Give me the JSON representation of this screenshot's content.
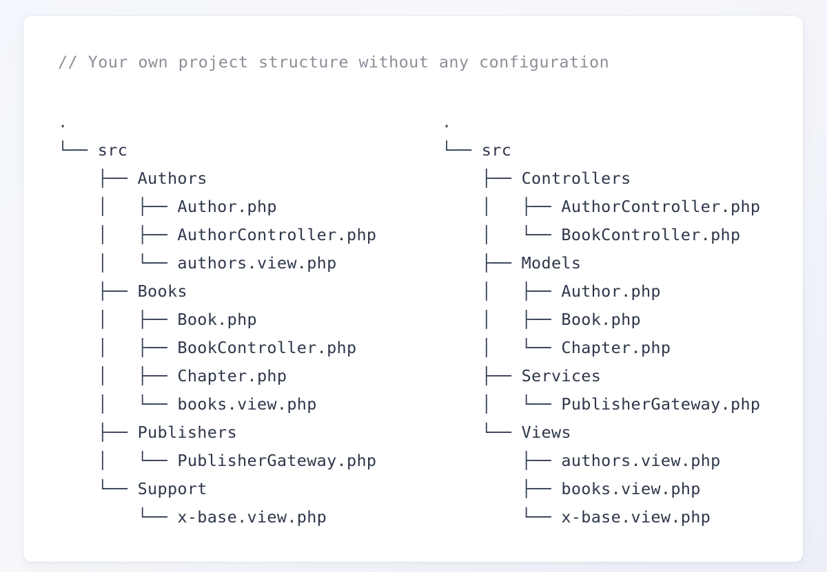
{
  "card": {
    "comment": "// Your own project structure without any configuration",
    "accent_text_color": "#2e374a",
    "comment_color": "#8b9098",
    "card_background": "#ffffff",
    "page_background": "#f3f6fc"
  },
  "trees": [
    {
      "name": "feature-grouped-structure",
      "rows": [
        {
          "prefix": ".",
          "label": ""
        },
        {
          "prefix": "└── ",
          "label": "src"
        },
        {
          "prefix": "    ├── ",
          "label": "Authors"
        },
        {
          "prefix": "    │   ├── ",
          "label": "Author.php"
        },
        {
          "prefix": "    │   ├── ",
          "label": "AuthorController.php"
        },
        {
          "prefix": "    │   └── ",
          "label": "authors.view.php"
        },
        {
          "prefix": "    ├── ",
          "label": "Books"
        },
        {
          "prefix": "    │   ├── ",
          "label": "Book.php"
        },
        {
          "prefix": "    │   ├── ",
          "label": "BookController.php"
        },
        {
          "prefix": "    │   ├── ",
          "label": "Chapter.php"
        },
        {
          "prefix": "    │   └── ",
          "label": "books.view.php"
        },
        {
          "prefix": "    ├── ",
          "label": "Publishers"
        },
        {
          "prefix": "    │   └── ",
          "label": "PublisherGateway.php"
        },
        {
          "prefix": "    └── ",
          "label": "Support"
        },
        {
          "prefix": "        └── ",
          "label": "x-base.view.php"
        }
      ]
    },
    {
      "name": "layer-grouped-structure",
      "rows": [
        {
          "prefix": ".",
          "label": ""
        },
        {
          "prefix": "└── ",
          "label": "src"
        },
        {
          "prefix": "    ├── ",
          "label": "Controllers"
        },
        {
          "prefix": "    │   ├── ",
          "label": "AuthorController.php"
        },
        {
          "prefix": "    │   └── ",
          "label": "BookController.php"
        },
        {
          "prefix": "    ├── ",
          "label": "Models"
        },
        {
          "prefix": "    │   ├── ",
          "label": "Author.php"
        },
        {
          "prefix": "    │   ├── ",
          "label": "Book.php"
        },
        {
          "prefix": "    │   └── ",
          "label": "Chapter.php"
        },
        {
          "prefix": "    ├── ",
          "label": "Services"
        },
        {
          "prefix": "    │   └── ",
          "label": "PublisherGateway.php"
        },
        {
          "prefix": "    └── ",
          "label": "Views"
        },
        {
          "prefix": "        ├── ",
          "label": "authors.view.php"
        },
        {
          "prefix": "        ├── ",
          "label": "books.view.php"
        },
        {
          "prefix": "        └── ",
          "label": "x-base.view.php"
        }
      ]
    }
  ]
}
